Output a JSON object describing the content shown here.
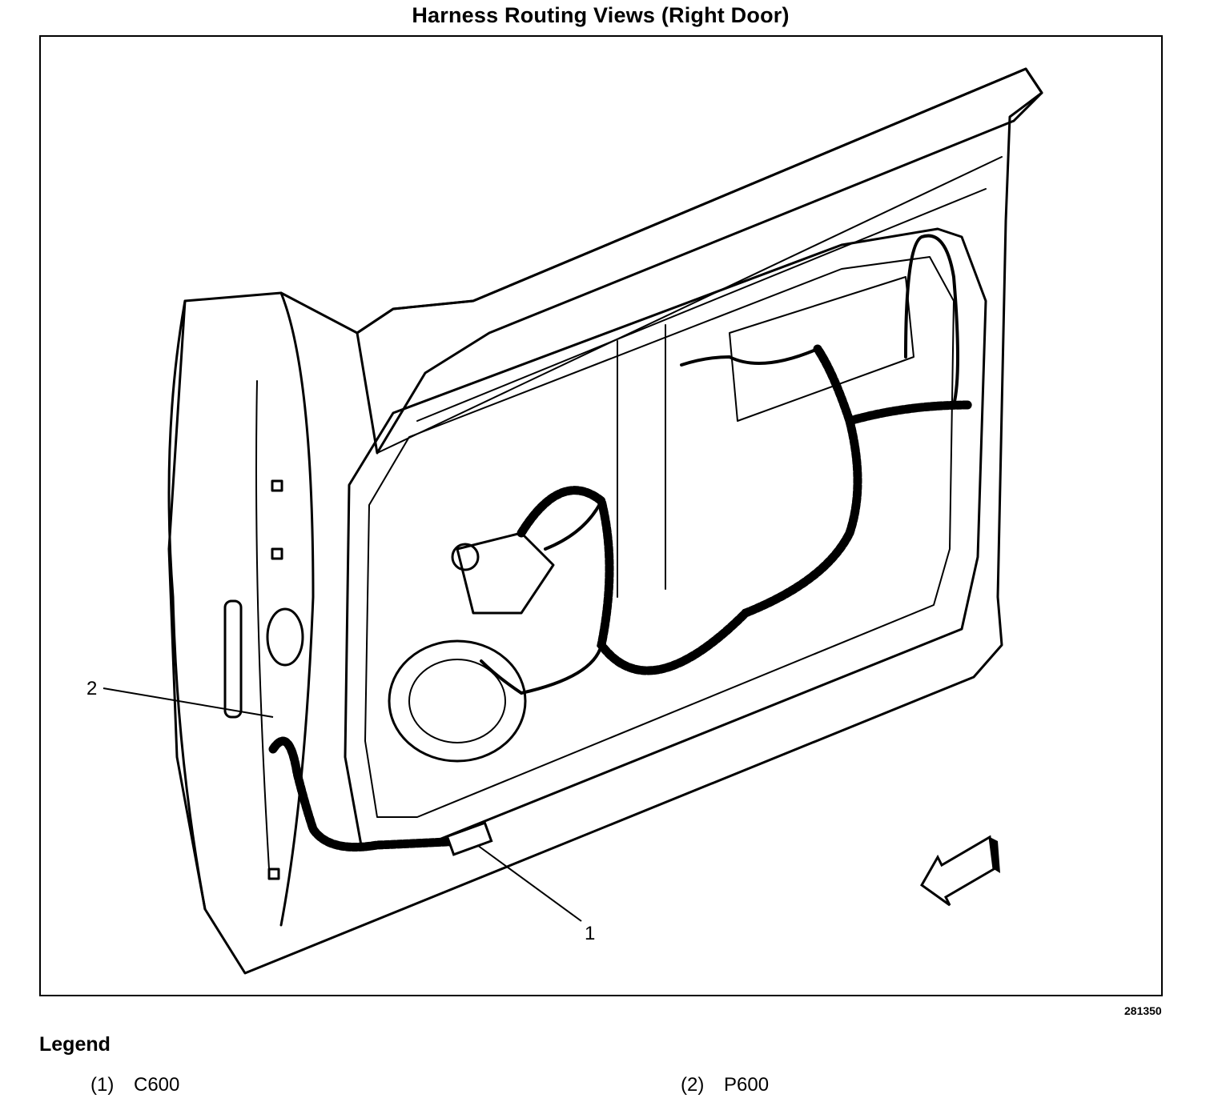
{
  "title": "Harness Routing Views (Right Door)",
  "figure_id": "281350",
  "callouts": [
    {
      "label": "1"
    },
    {
      "label": "2"
    }
  ],
  "legend": {
    "title": "Legend",
    "items": [
      {
        "number": "(1)",
        "name": "C600"
      },
      {
        "number": "(2)",
        "name": "P600"
      }
    ]
  },
  "icons": [
    "direction-arrow-icon"
  ],
  "colors": {
    "line": "#000000",
    "background": "#ffffff"
  }
}
